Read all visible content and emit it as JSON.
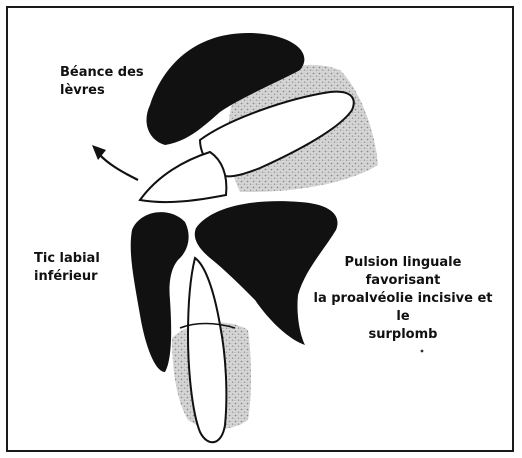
{
  "labels": {
    "beance_line1": "Béance des",
    "beance_line2": "lèvres",
    "tic_line1": "Tic labial",
    "tic_line2": "inférieur",
    "pulsion_line1": "Pulsion linguale favorisant",
    "pulsion_line2": "la proalvéolie incisive et le",
    "pulsion_line3": "surplomb"
  }
}
